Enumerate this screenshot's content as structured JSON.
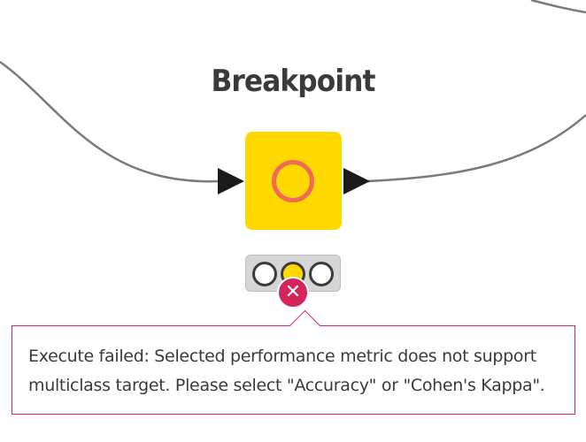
{
  "node": {
    "title": "Breakpoint",
    "body_color": "#ffd800",
    "icon": "breakpoint-circle-icon",
    "status_lights": [
      "inactive",
      "configured",
      "inactive"
    ],
    "error_icon": "error-x-icon",
    "error_glyph": "✕"
  },
  "tooltip": {
    "message": "Execute failed: Selected performance metric does not support multiclass target. Please select \"Accuracy\" or \"Cohen's Kappa\".",
    "border_color": "#d5245a"
  }
}
